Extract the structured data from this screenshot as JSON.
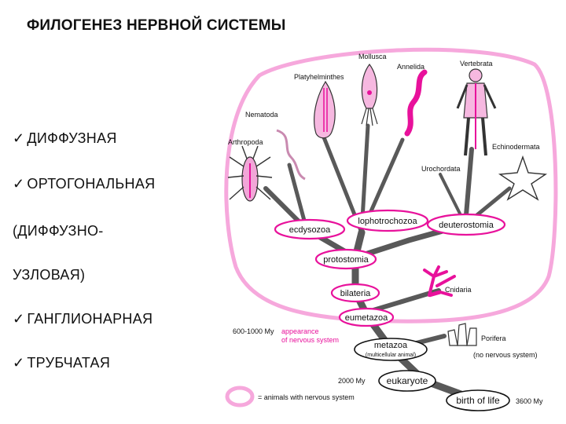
{
  "slide": {
    "title": "ФИЛОГЕНЕЗ НЕРВНОЙ СИСТЕМЫ",
    "check_glyph": "✓",
    "bullets": [
      {
        "text": "ДИФФУЗНАЯ",
        "checked": true
      },
      {
        "text": "ОРТОГОНАЛЬНАЯ",
        "checked": true
      },
      {
        "text": "(ДИФФУЗНО-",
        "checked": false
      },
      {
        "text": "УЗЛОВАЯ)",
        "checked": false
      },
      {
        "text": "ГАНГЛИОНАРНАЯ",
        "checked": true
      },
      {
        "text": "ТРУБЧАТАЯ",
        "checked": true
      }
    ]
  },
  "tree": {
    "accent_color": "#e8119b",
    "highlight_color": "#f6a8dc",
    "trunk_color": "#595959",
    "nodes": {
      "birth_of_life": "birth of life",
      "eukaryote": "eukaryote",
      "metazoa": "metazoa",
      "metazoa_sub": "(multicellular animal)",
      "eumetazoa": "eumetazoa",
      "bilateria": "bilateria",
      "protostomia": "protostomia",
      "ecdysozoa": "ecdysozoa",
      "lophotrochozoa": "lophotrochozoa",
      "deuterostomia": "deuterostomia"
    },
    "taxa": {
      "mollusca": "Mollusca",
      "annelida": "Annelida",
      "vertebrata": "Vertebrata",
      "platyhelminthes": "Platyhelminthes",
      "nematoda": "Nematoda",
      "arthropoda": "Arthropoda",
      "echinodermata": "Echinodermata",
      "urochordata": "Urochordata",
      "cnidaria": "Cnidaria",
      "porifera": "Porifera",
      "porifera_note": "(no nervous system)"
    },
    "times": {
      "t3600": "3600 My",
      "t2000": "2000 My",
      "t600": "600-1000 My"
    },
    "appearance_line1": "appearance",
    "appearance_line2": "of nervous system",
    "legend_text": "= animals with nervous system"
  }
}
